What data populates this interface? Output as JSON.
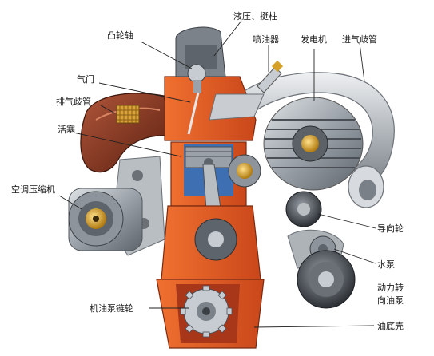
{
  "labels": {
    "hydraulic_tappet": "液压、挺柱",
    "camshaft": "凸轮轴",
    "injector": "喷油器",
    "alternator": "发电机",
    "intake_manifold": "进气歧管",
    "valve": "气门",
    "exhaust_manifold": "排气歧管",
    "piston": "活塞",
    "ac_compressor": "空调压缩机",
    "idler_pulley": "导向轮",
    "water_pump": "水泵",
    "power_steering_pump_1": "动力转",
    "power_steering_pump_2": "向油泵",
    "oil_pump_sprocket": "机油泵链轮",
    "oil_pan": "油底壳"
  },
  "colors": {
    "block_orange": "#e0541c",
    "block_dark": "#a8371a",
    "metal_gray": "#8c939b",
    "metal_light": "#c8cdd2",
    "intake_silver": "#b9bec3",
    "exhaust_brown": "#7a2e1a",
    "cylinder_blue": "#3f6fb3",
    "brass": "#d4a028"
  }
}
